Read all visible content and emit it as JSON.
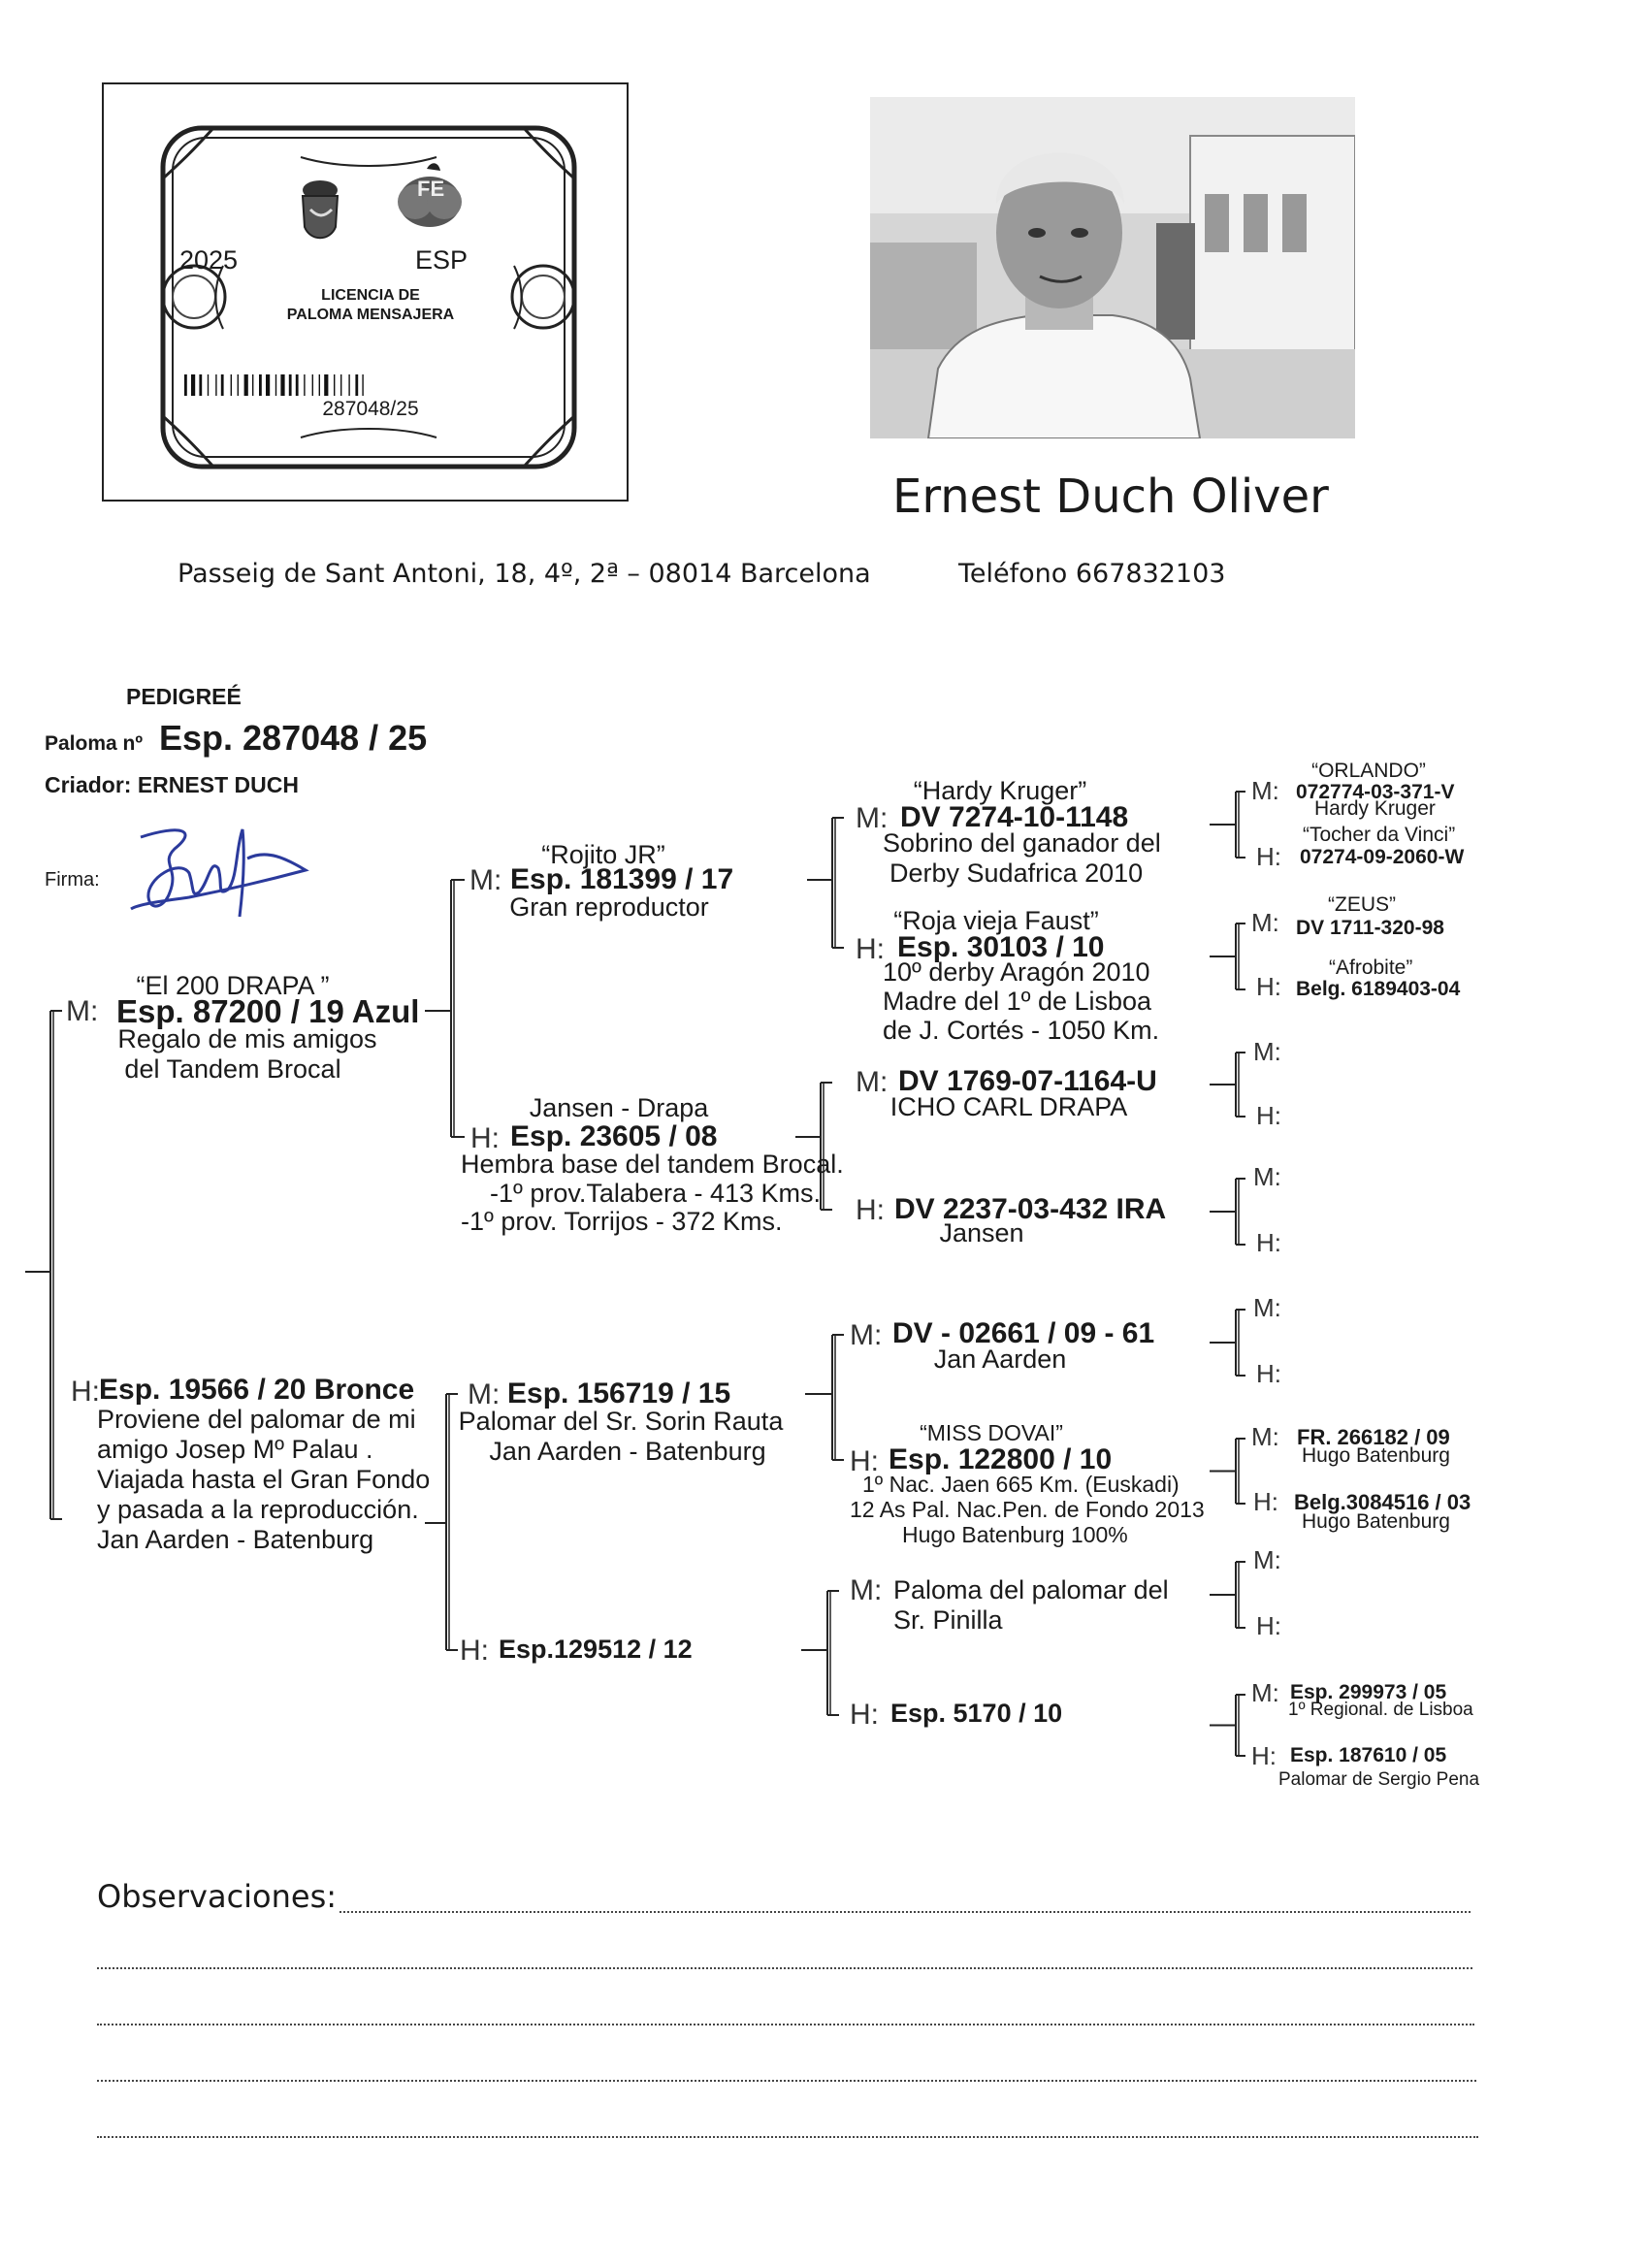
{
  "license": {
    "year": "2025",
    "country": "ESP",
    "line1": "LICENCIA DE",
    "line2": "PALOMA MENSAJERA",
    "number": "287048/25",
    "logo_letters": "FE"
  },
  "owner": {
    "name": "Ernest  Duch  Oliver",
    "address": "Passeig de Sant Antoni, 18, 4º, 2ª – 08014 Barcelona",
    "phone": "Teléfono 667832103"
  },
  "header": {
    "title": "PEDIGREÉ",
    "paloma_label": "Paloma nº",
    "paloma_number": "Esp. 287048 / 25",
    "breeder": "Criador: ERNEST DUCH",
    "signature_label": "Firma:"
  },
  "labels": {
    "male": "M:",
    "female": "H:"
  },
  "gen1": {
    "male": {
      "name": "“El 200 DRAPA ”",
      "ring": "Esp. 87200 / 19 Azul",
      "notes": [
        "Regalo de mis amigos",
        "del Tandem Brocal"
      ]
    },
    "female": {
      "ring": "Esp. 19566 / 20 Bronce",
      "notes": [
        "Proviene del palomar de mi",
        "amigo Josep Mº Palau .",
        "Viajada hasta el Gran Fondo",
        "y pasada a la reproducción.",
        "Jan Aarden - Batenburg"
      ]
    }
  },
  "gen2": {
    "mm": {
      "name": "“Rojito JR”",
      "ring": "Esp. 181399 / 17",
      "notes": [
        "Gran reproductor"
      ]
    },
    "mh": {
      "name": "Jansen - Drapa",
      "ring": "Esp. 23605 / 08",
      "notes": [
        "Hembra base del tandem Brocal.",
        "-1º prov.Talabera - 413 Kms.",
        "-1º prov. Torrijos - 372 Kms."
      ]
    },
    "hm": {
      "ring": "Esp. 156719 / 15",
      "notes": [
        "Palomar del Sr. Sorin Rauta",
        "Jan Aarden - Batenburg"
      ]
    },
    "hh": {
      "ring": "Esp.129512 / 12"
    }
  },
  "gen3": {
    "mmm": {
      "name": "“Hardy Kruger”",
      "ring": "DV 7274-10-1148",
      "notes": [
        "Sobrino del ganador del",
        "Derby Sudafrica 2010"
      ]
    },
    "mmh": {
      "name": "“Roja vieja Faust”",
      "ring": "Esp. 30103 / 10",
      "notes": [
        "10º derby Aragón 2010",
        "Madre del 1º de Lisboa",
        "de J. Cortés - 1050 Km."
      ]
    },
    "mhm": {
      "ring": "DV 1769-07-1164-U",
      "notes": [
        "ICHO CARL DRAPA"
      ]
    },
    "mhh": {
      "ring": "DV 2237-03-432 IRA",
      "notes": [
        "Jansen"
      ]
    },
    "hmm": {
      "ring": "DV - 02661 / 09 - 61",
      "notes": [
        "Jan Aarden"
      ]
    },
    "hmh": {
      "name": "“MISS DOVAI”",
      "ring": "Esp. 122800 / 10",
      "notes": [
        "1º Nac. Jaen 665 Km. (Euskadi)",
        "12 As Pal. Nac.Pen. de Fondo 2013",
        "Hugo Batenburg 100%"
      ]
    },
    "hhm": {
      "ring": "Paloma del palomar del",
      "notes": [
        "Sr. Pinilla"
      ]
    },
    "hhh": {
      "ring": "Esp. 5170 / 10"
    }
  },
  "gen4": {
    "g1": {
      "m_name": "“ORLANDO”",
      "m_ring": "072774-03-371-V",
      "m_note": "Hardy Kruger",
      "h_name": "“Tocher da Vinci”",
      "h_ring": "07274-09-2060-W"
    },
    "g2": {
      "m_name": "“ZEUS”",
      "m_ring": "DV 1711-320-98",
      "h_name": "“Afrobite”",
      "h_ring": "Belg. 6189403-04"
    },
    "g7": {
      "m_ring": "FR. 266182 / 09",
      "m_note": "Hugo Batenburg",
      "h_ring": "Belg.3084516 / 03",
      "h_note": "Hugo Batenburg"
    },
    "g8": {
      "m_ring": "Esp. 299973 / 05",
      "m_note": "1º Regional. de Lisboa",
      "h_ring": "Esp. 187610 / 05",
      "h_note": "Palomar de Sergio Pena"
    }
  },
  "observations_label": "Observaciones:"
}
